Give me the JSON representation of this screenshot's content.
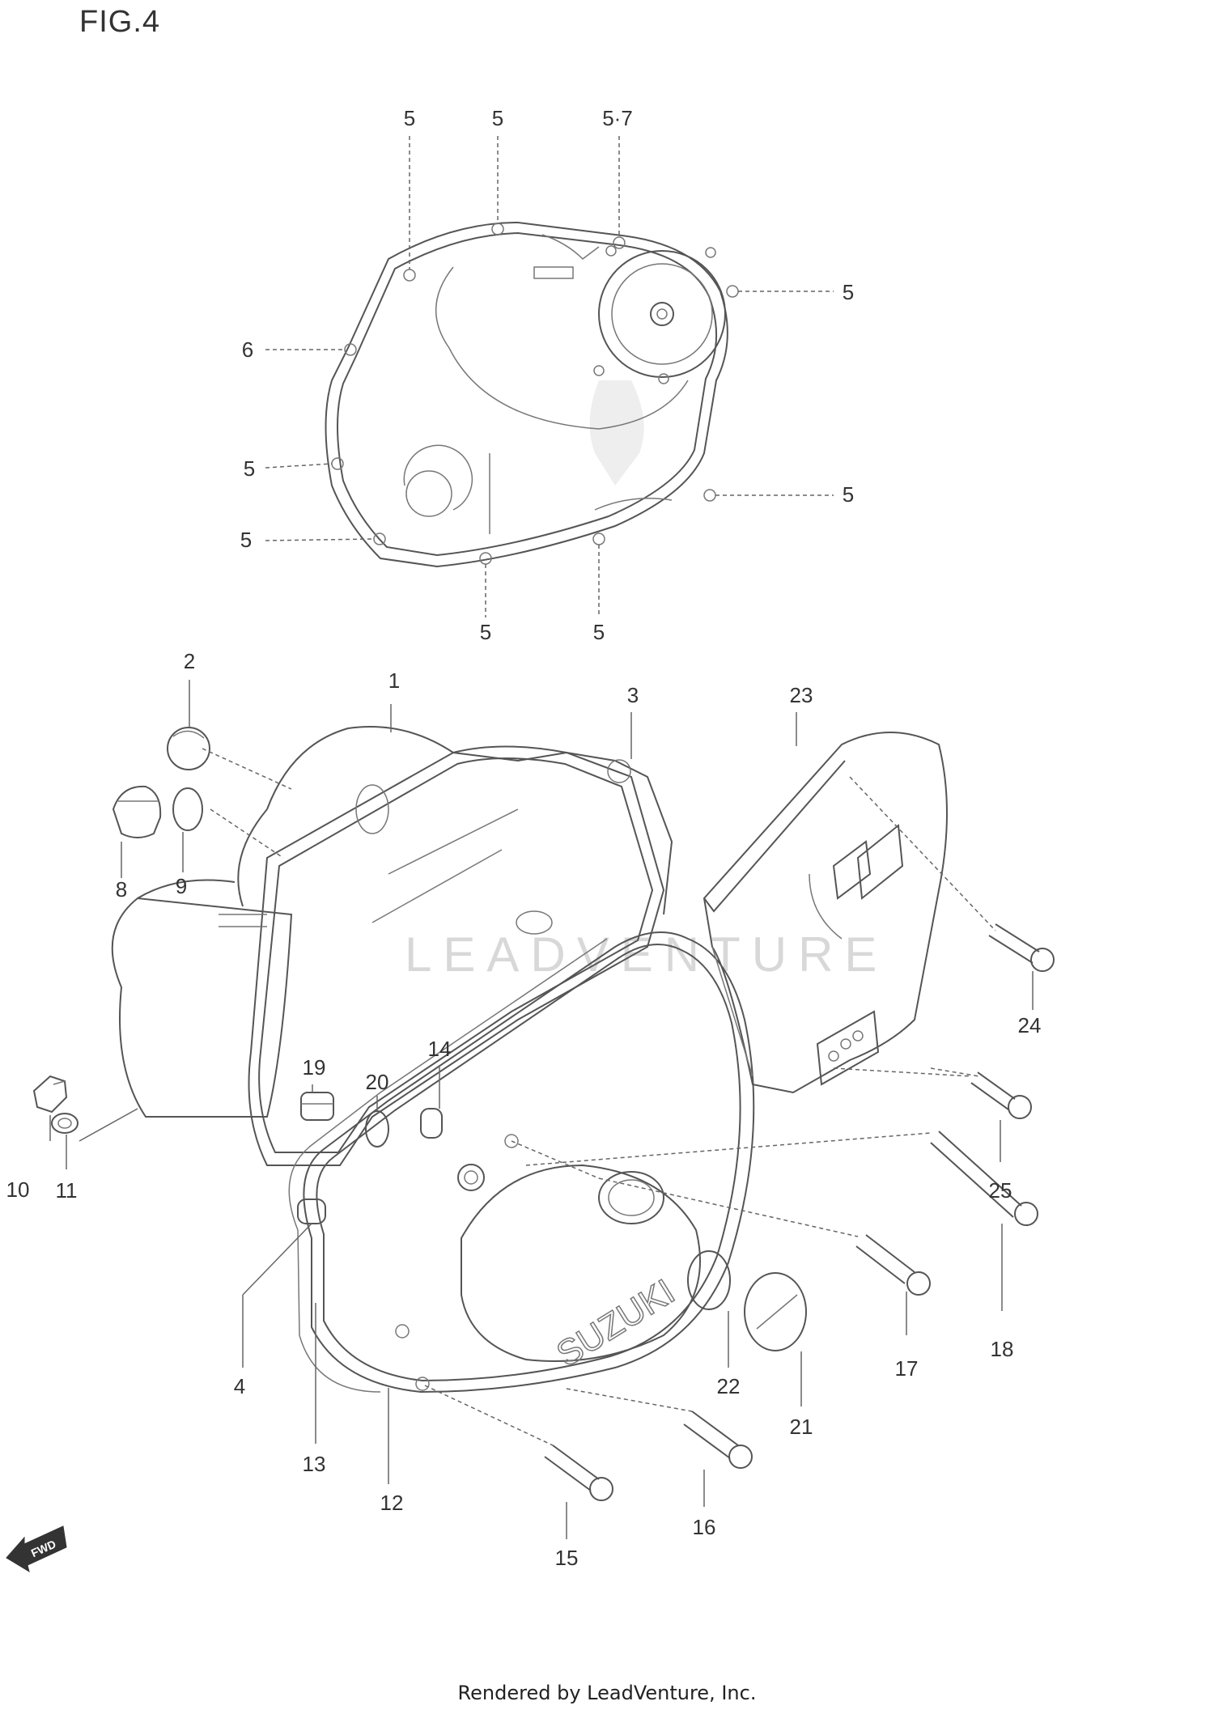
{
  "figure": {
    "title": "FIG.4"
  },
  "footer": {
    "text": "Rendered by LeadVenture, Inc."
  },
  "watermark": {
    "text": "LEADVENTURE"
  },
  "cover_brand": {
    "text": "SUZUKI"
  },
  "fwd_arrow": {
    "text": "FWD"
  },
  "callouts": [
    {
      "id": "c5a",
      "text": "5"
    },
    {
      "id": "c5b",
      "text": "5"
    },
    {
      "id": "c57",
      "text": "5·7"
    },
    {
      "id": "c6",
      "text": "6"
    },
    {
      "id": "c5c",
      "text": "5"
    },
    {
      "id": "c5d",
      "text": "5"
    },
    {
      "id": "c5e",
      "text": "5"
    },
    {
      "id": "c5f",
      "text": "5"
    },
    {
      "id": "c5g",
      "text": "5"
    },
    {
      "id": "c5h",
      "text": "5"
    },
    {
      "id": "c2",
      "text": "2"
    },
    {
      "id": "c1",
      "text": "1"
    },
    {
      "id": "c3",
      "text": "3"
    },
    {
      "id": "c23",
      "text": "23"
    },
    {
      "id": "c8",
      "text": "8"
    },
    {
      "id": "c9",
      "text": "9"
    },
    {
      "id": "c24",
      "text": "24"
    },
    {
      "id": "c19",
      "text": "19"
    },
    {
      "id": "c20",
      "text": "20"
    },
    {
      "id": "c14",
      "text": "14"
    },
    {
      "id": "c10",
      "text": "10"
    },
    {
      "id": "c11",
      "text": "11"
    },
    {
      "id": "c25",
      "text": "25"
    },
    {
      "id": "c4",
      "text": "4"
    },
    {
      "id": "c17",
      "text": "17"
    },
    {
      "id": "c18",
      "text": "18"
    },
    {
      "id": "c22",
      "text": "22"
    },
    {
      "id": "c21",
      "text": "21"
    },
    {
      "id": "c13",
      "text": "13"
    },
    {
      "id": "c12",
      "text": "12"
    },
    {
      "id": "c15",
      "text": "15"
    },
    {
      "id": "c16",
      "text": "16"
    }
  ]
}
